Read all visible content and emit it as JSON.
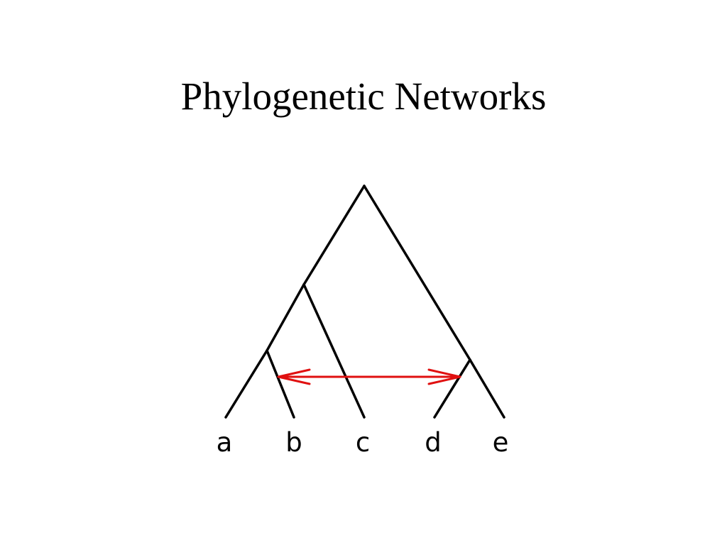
{
  "slide": {
    "title": "Phylogenetic Networks"
  },
  "diagram": {
    "type": "phylogenetic-network",
    "leaves": [
      {
        "id": "a",
        "label": "a"
      },
      {
        "id": "b",
        "label": "b"
      },
      {
        "id": "c",
        "label": "c"
      },
      {
        "id": "d",
        "label": "d"
      },
      {
        "id": "e",
        "label": "e"
      }
    ],
    "tree_edges": [
      [
        "root",
        "ab_c"
      ],
      [
        "root",
        "de"
      ],
      [
        "ab_c",
        "ab"
      ],
      [
        "ab_c",
        "c"
      ],
      [
        "ab",
        "a"
      ],
      [
        "ab",
        "b"
      ],
      [
        "de",
        "d"
      ],
      [
        "de",
        "e"
      ]
    ],
    "reticulation": {
      "between": [
        "b",
        "d"
      ],
      "style": "double-headed-arrow",
      "color": "#e01010"
    },
    "line_color": "#000000"
  }
}
